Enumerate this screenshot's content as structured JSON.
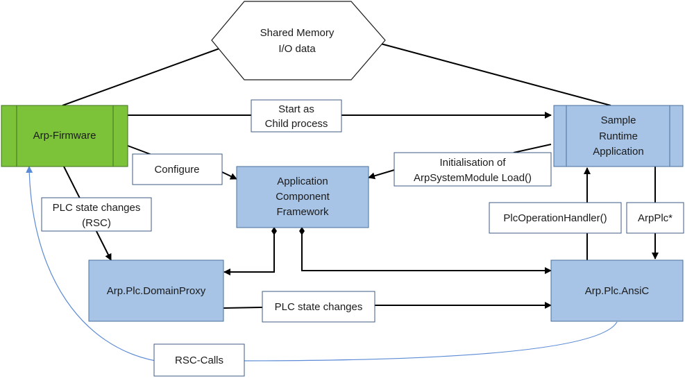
{
  "diagram": {
    "colors": {
      "firmware_fill": "#7dc33a",
      "firmware_stroke": "#3f6f1e",
      "blue_fill": "#a7c4e6",
      "blue_stroke": "#4a6f99",
      "white_fill": "#ffffff",
      "label_stroke": "#3c5a85",
      "connector": "#000000",
      "rsc_curve": "#5b8ad6"
    },
    "nodes": {
      "shared_memory": {
        "line1": "Shared Memory",
        "line2": "I/O data"
      },
      "arp_firmware": {
        "label": "Arp-Firmware"
      },
      "sample_runtime": {
        "line1": "Sample",
        "line2": "Runtime",
        "line3": "Application"
      },
      "acf": {
        "line1": "Application",
        "line2": "Component",
        "line3": "Framework"
      },
      "domain_proxy": {
        "label": "Arp.Plc.DomainProxy"
      },
      "ansic": {
        "label": "Arp.Plc.AnsiC"
      }
    },
    "labels": {
      "start_as": {
        "line1": "Start as",
        "line2": "Child process"
      },
      "configure": {
        "text": "Configure"
      },
      "initialisation": {
        "line1": "Initialisation of",
        "line2": "ArpSystemModule  Load()"
      },
      "plc_state_rsc": {
        "line1": "PLC state changes",
        "line2": "(RSC)"
      },
      "plc_operation_handler": {
        "text": "PlcOperationHandler()"
      },
      "arpplc": {
        "text": "ArpPlc*"
      },
      "plc_state_changes": {
        "text": "PLC state changes"
      },
      "rsc_calls": {
        "text": "RSC-Calls"
      }
    }
  }
}
